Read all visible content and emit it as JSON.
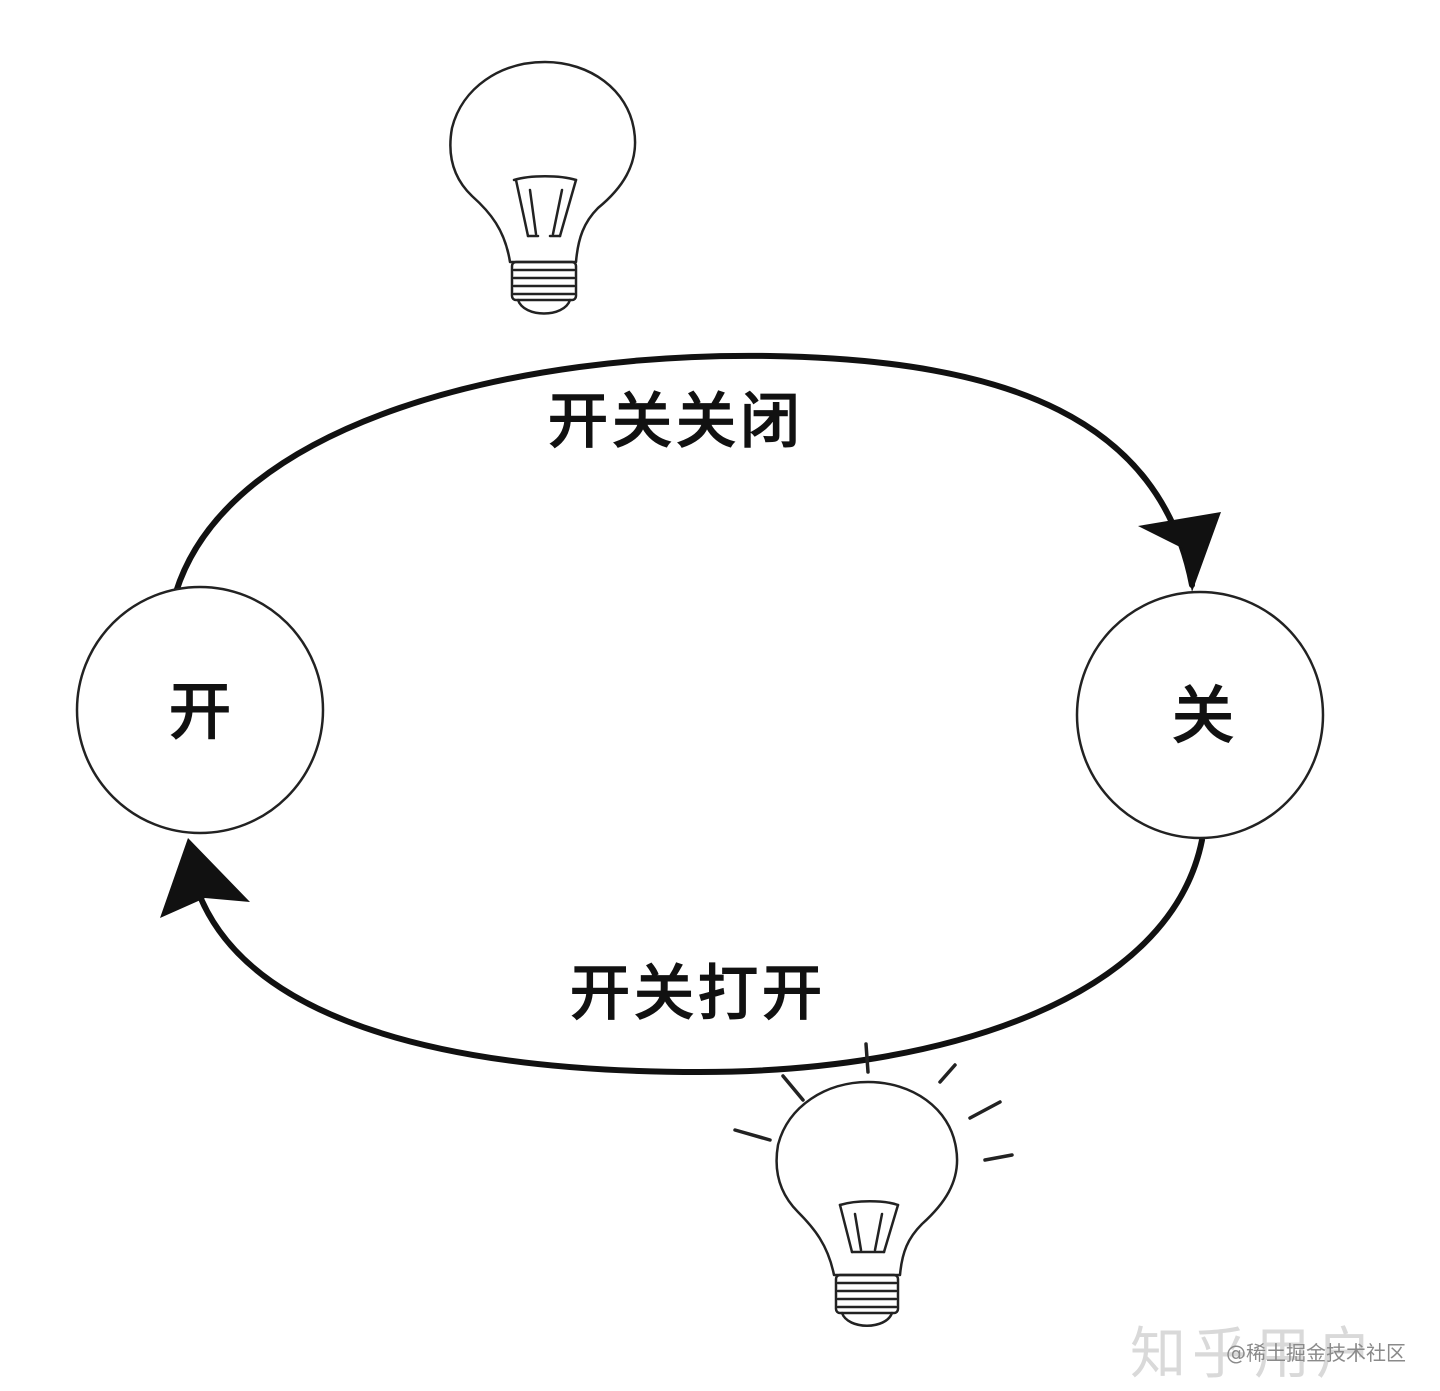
{
  "nodes": {
    "on": {
      "label": "开"
    },
    "off": {
      "label": "关"
    }
  },
  "edges": {
    "turn_off": {
      "label": "开关关闭"
    },
    "turn_on": {
      "label": "开关打开"
    }
  },
  "icons": {
    "top_bulb": "lightbulb-off-icon",
    "bottom_bulb": "lightbulb-on-icon"
  },
  "watermark": {
    "primary": "知乎用户",
    "secondary": "@稀土掘金技术社区"
  },
  "colors": {
    "ink": "#111111",
    "background": "#ffffff",
    "watermark": "#d9d9d9"
  }
}
